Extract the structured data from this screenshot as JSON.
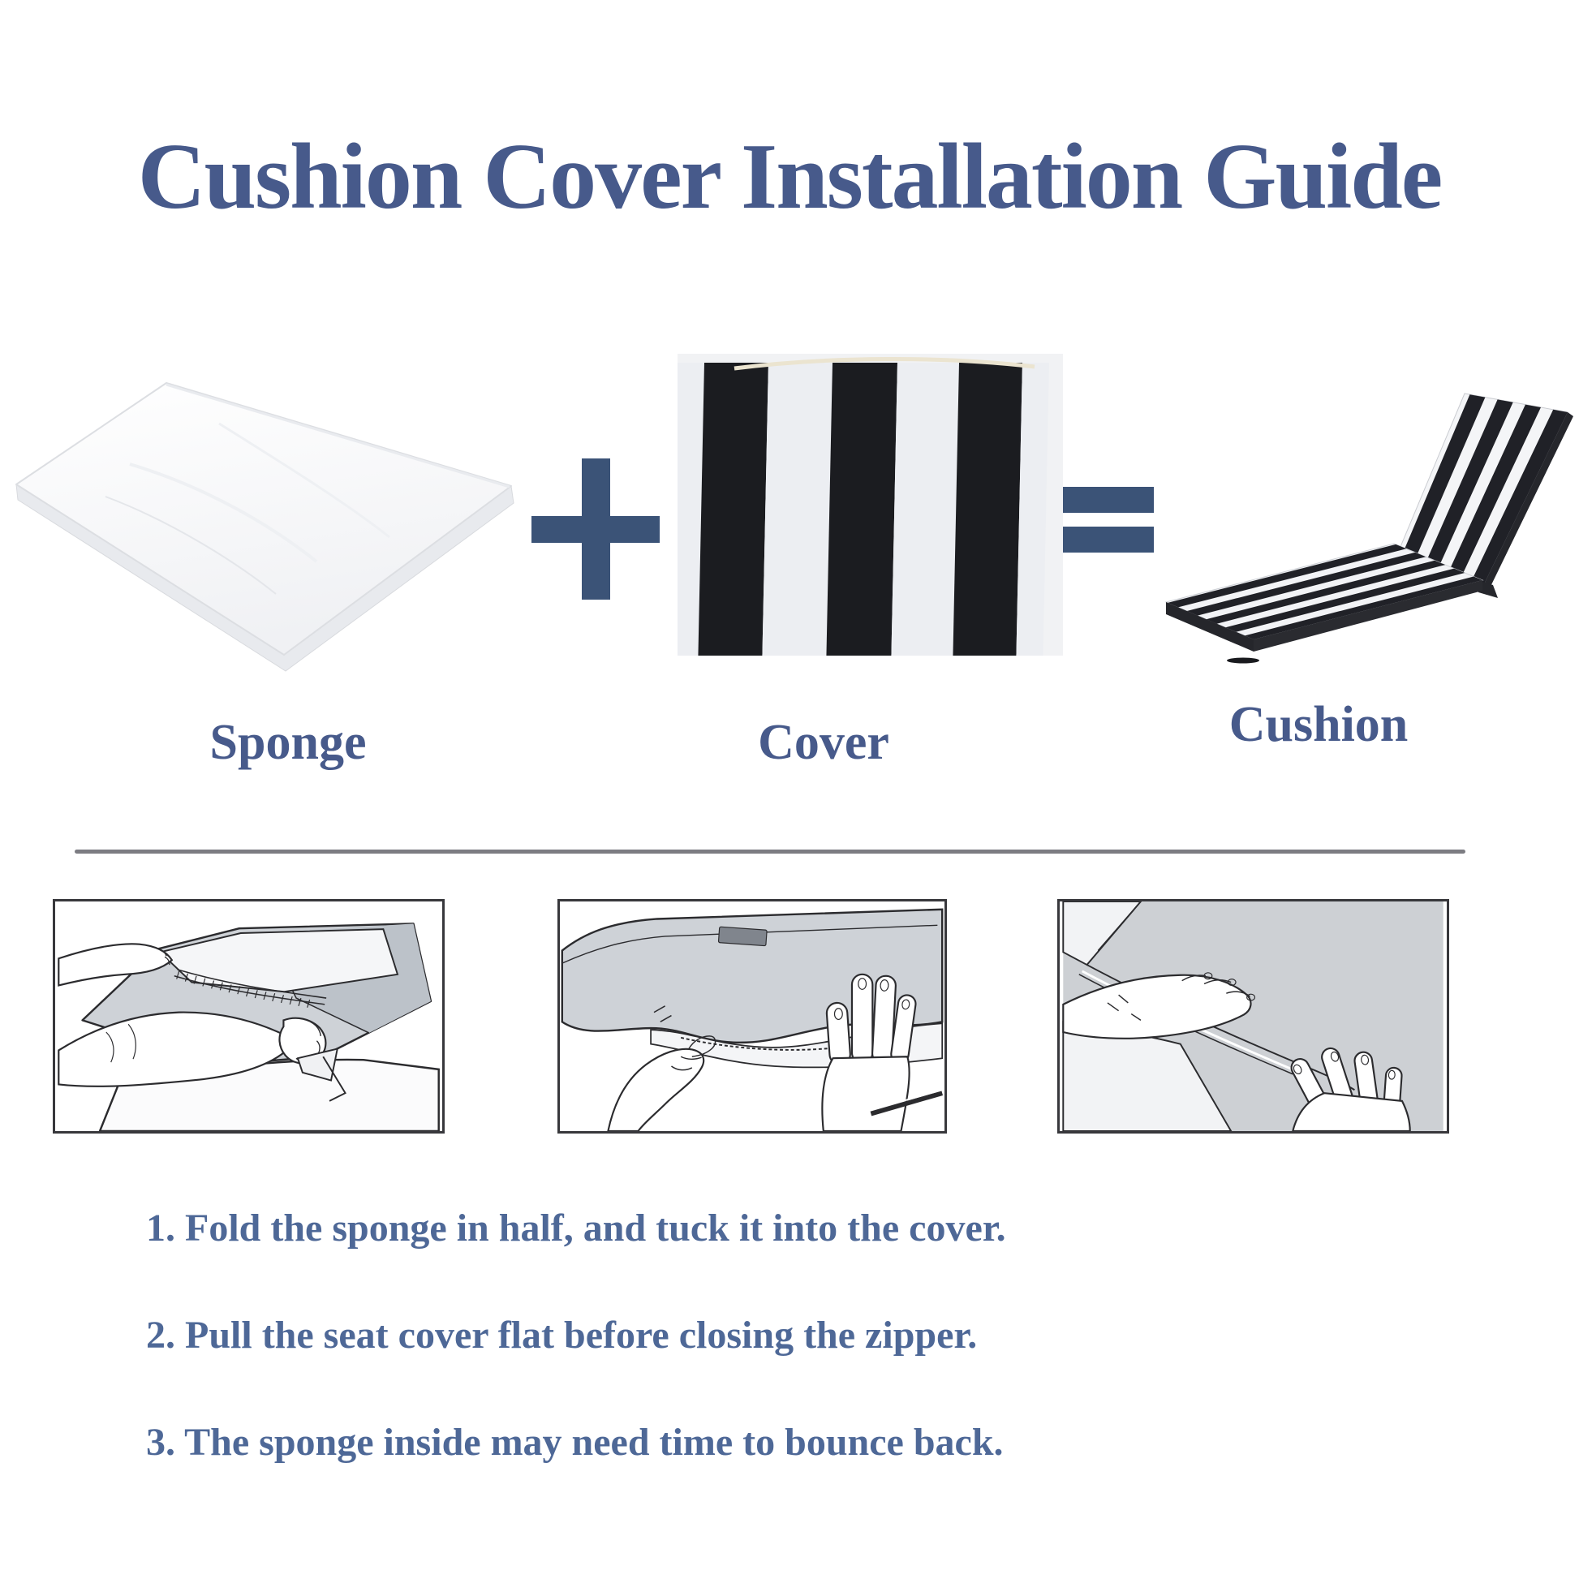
{
  "page": {
    "background": "#ffffff"
  },
  "title": {
    "text": "Cushion Cover Installation Guide",
    "color": "#475a8b"
  },
  "equation": {
    "plus": "+",
    "equals": "=",
    "operator_color": "#3b5377",
    "items": [
      {
        "label": "Sponge"
      },
      {
        "label": "Cover"
      },
      {
        "label": "Cushion"
      }
    ],
    "label_color": "#475a8b",
    "stripe_dark": "#1b1c20",
    "stripe_light": "#eceef2"
  },
  "divider": {
    "color": "#7c7c82"
  },
  "panels": {
    "border_color": "#38383c",
    "lineart_stroke": "#2b2b2e",
    "fabric_gray": "#ced2d7"
  },
  "steps": {
    "color": "#4e6897",
    "items": [
      "1. Fold the sponge in half, and tuck it into the cover.",
      "2. Pull the seat cover flat before closing the zipper.",
      "3. The sponge inside may need time to bounce back."
    ]
  }
}
